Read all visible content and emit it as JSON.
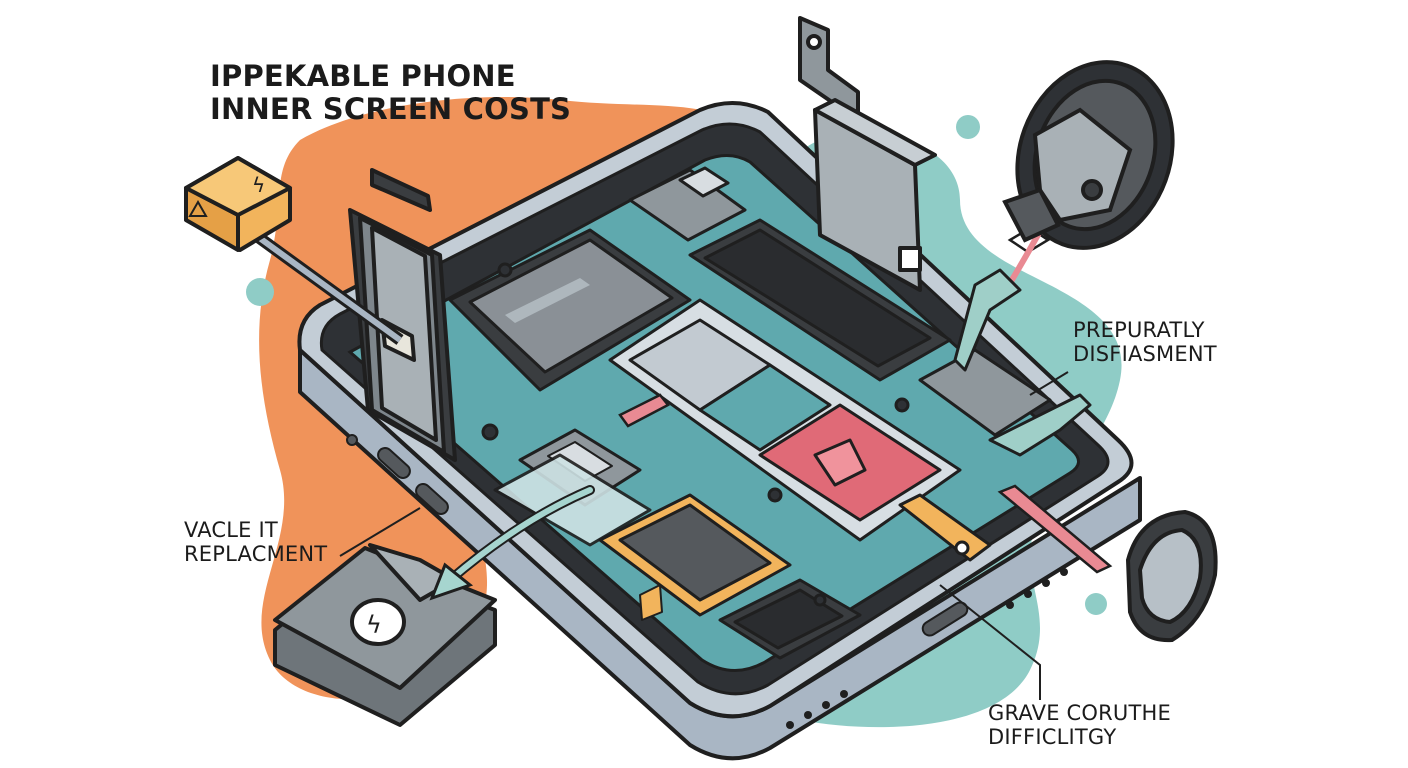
{
  "title": {
    "line1": "IPPEKABLE PHONE",
    "line2": "INNER SCREEN COSTS"
  },
  "callouts": [
    {
      "id": "prepurately",
      "line1": "PREPURATLY",
      "line2": "DISFIASMENT"
    },
    {
      "id": "vacle",
      "line1": "VACLE IT",
      "line2": "REPLACMENT"
    },
    {
      "id": "grave",
      "line1": "GRAVE CORUTHE",
      "line2": "DIFFICLITGY"
    }
  ],
  "colors": {
    "orange_blob": "#F0935A",
    "teal_blob": "#8FCCC6",
    "outline": "#1F1F1F",
    "frame": "#A9B6C4",
    "board": "#5FA9AE",
    "component_gray": "#8F979C",
    "dark_panel": "#3A3D40",
    "red_chip": "#E06A77",
    "flex_orange": "#F2B45C",
    "pink_cable": "#E98A93"
  },
  "icons": [
    "lightning-icon",
    "warning-icon"
  ]
}
